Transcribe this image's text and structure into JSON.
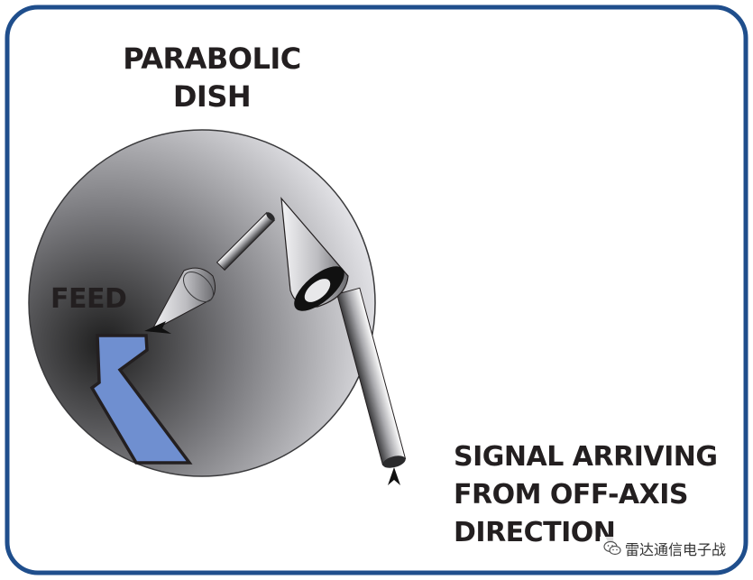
{
  "labels": {
    "dish_line1": "PARABOLIC",
    "dish_line2": "DISH",
    "feed": "FEED",
    "signal_line1": "SIGNAL ARRIVING",
    "signal_line2": "FROM OFF-AXIS",
    "signal_line3": "DIRECTION"
  },
  "watermark": {
    "text": "雷达通信电子战",
    "icon": "wechat-icon"
  },
  "colors": {
    "frame_border": "#1f4e8c",
    "dish_fill_center": "#2a2a2a",
    "dish_fill_edge": "#e6e6ea",
    "feed_fill": "#6f8fd0",
    "outline": "#231f20"
  }
}
